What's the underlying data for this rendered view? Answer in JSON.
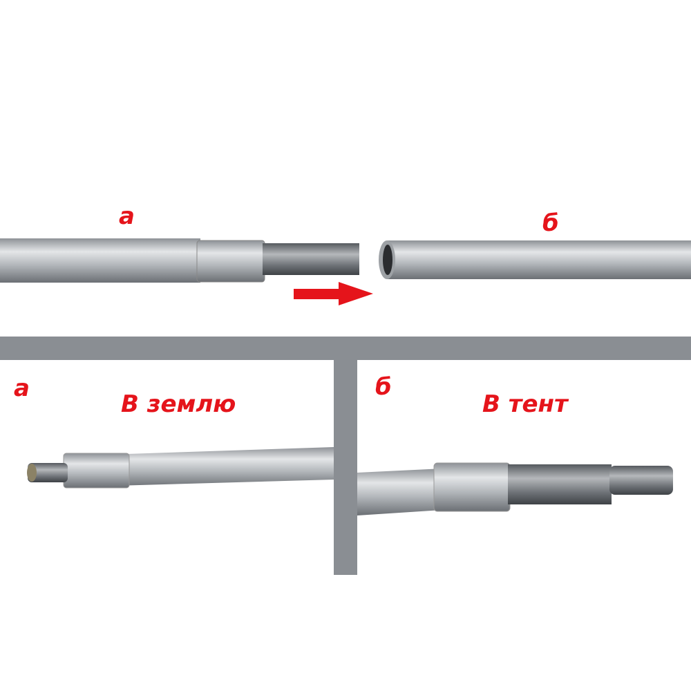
{
  "top": {
    "label_left": "а",
    "label_right": "б"
  },
  "bottom_left": {
    "letter": "а",
    "caption": "В землю"
  },
  "bottom_right": {
    "letter": "б",
    "caption": "В тент"
  },
  "colors": {
    "accent": "#e5141b",
    "divider": "#8a8e93"
  }
}
